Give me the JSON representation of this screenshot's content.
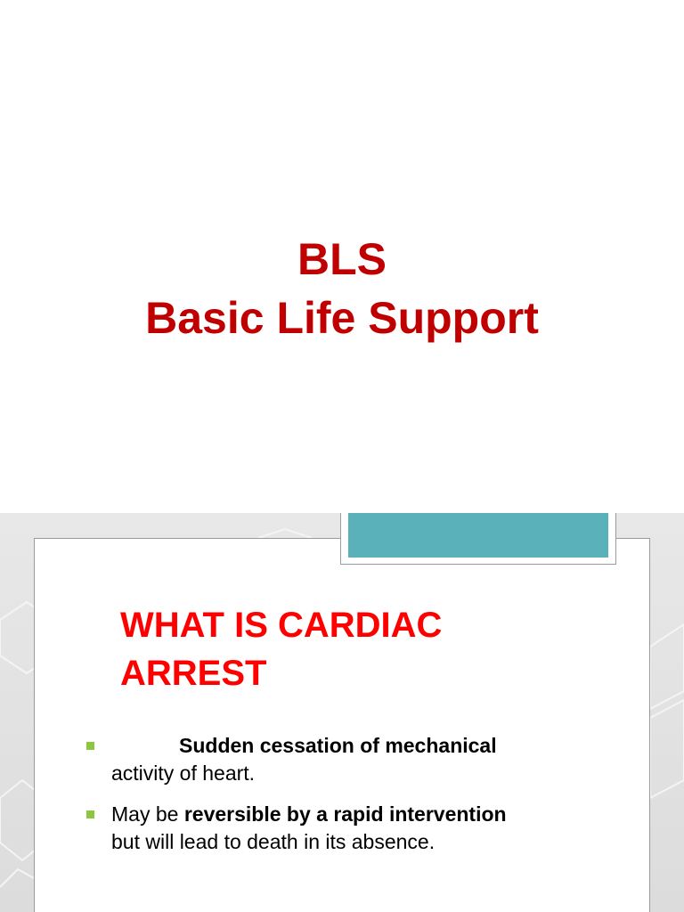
{
  "slide1": {
    "title_line1": "BLS",
    "title_line2": "Basic Life Support"
  },
  "slide2": {
    "heading_line1": "WHAT IS CARDIAC",
    "heading_line2": "ARREST",
    "bullets": [
      {
        "bold": "Sudden cessation of mechanical",
        "text": "activity of  heart."
      },
      {
        "prefix": "May be ",
        "bold": "reversible by a rapid intervention",
        "text": "but will lead to death in its absence."
      }
    ]
  },
  "colors": {
    "title_red": "#c00000",
    "heading_red": "#ff0000",
    "accent_teal": "#5bb1ba",
    "bullet_green": "#8dc63f"
  }
}
